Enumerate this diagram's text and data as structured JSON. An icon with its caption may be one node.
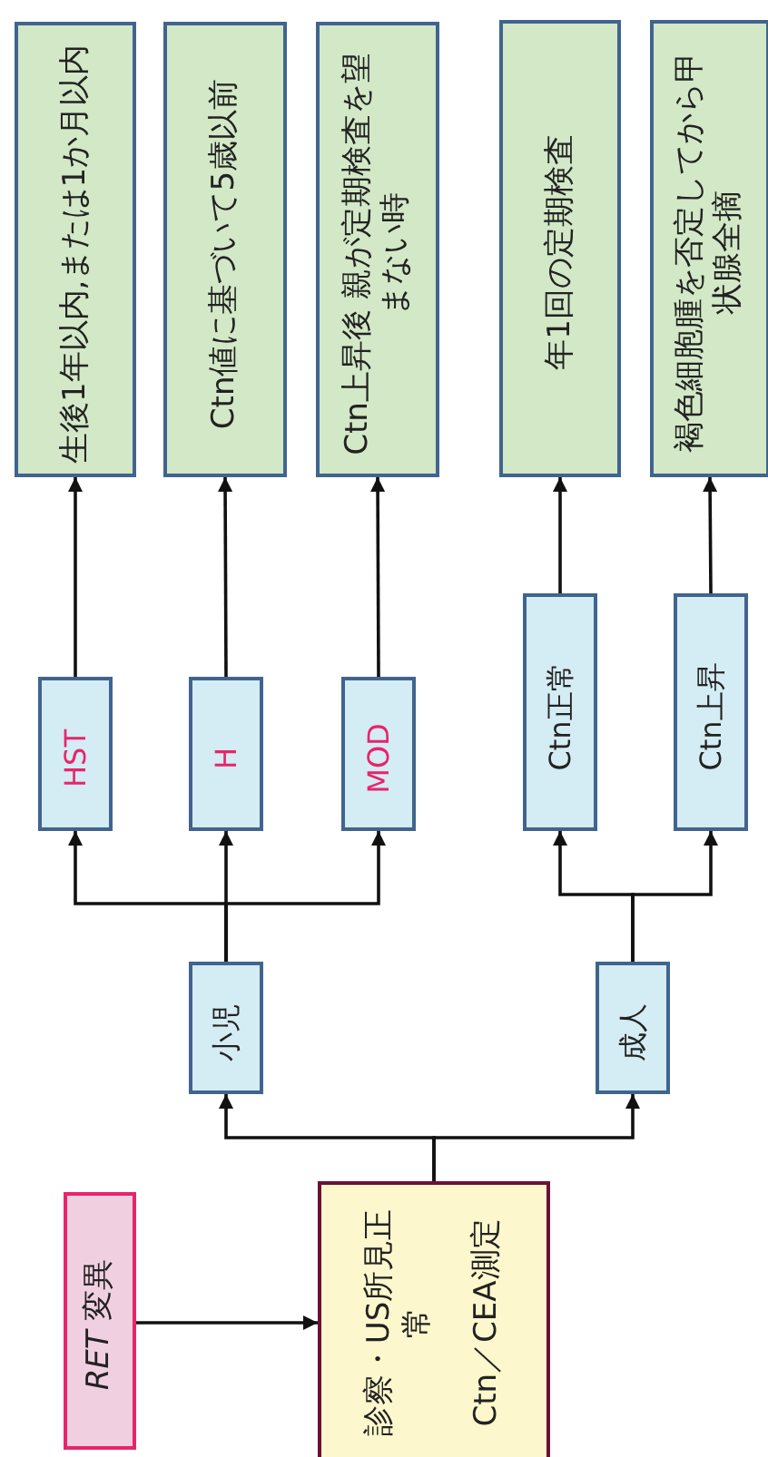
{
  "diagram": {
    "nodes": [
      {
        "text": [
          "生後1年以内,または1か月以内"
        ]
      },
      {
        "text": [
          "Ctn値に基づいて5歳以前"
        ]
      },
      {
        "text": [
          "Ctn上昇後 親が定期検査を望まない時"
        ]
      },
      {
        "text": [
          "年1回の定期検査"
        ]
      },
      {
        "text": [
          "褐色細胞腫を否定してから甲状腺全摘"
        ]
      },
      {
        "text": [
          "HST"
        ]
      },
      {
        "text": [
          "H"
        ]
      },
      {
        "text": [
          "MOD"
        ]
      },
      {
        "text": [
          "Ctn正常"
        ]
      },
      {
        "text": [
          "Ctn上昇"
        ]
      },
      {
        "text": [
          "小児"
        ]
      },
      {
        "text": [
          "成人"
        ]
      },
      {
        "text": [
          "*RET* 変異"
        ]
      },
      {
        "text": [
          "診察・US所見正常",
          "Ctn／CEA測定"
        ]
      }
    ],
    "edges": [
      {
        "from": 12,
        "to": 13,
        "arrow": "to"
      },
      {
        "from": 13,
        "to": 10,
        "arrow": "to"
      },
      {
        "from": 13,
        "to": 11,
        "arrow": "to"
      },
      {
        "from": 10,
        "to": 5,
        "arrow": "to"
      },
      {
        "from": 10,
        "to": 6,
        "arrow": "to"
      },
      {
        "from": 10,
        "to": 7,
        "arrow": "to"
      },
      {
        "from": 11,
        "to": 8,
        "arrow": "to"
      },
      {
        "from": 11,
        "to": 9,
        "arrow": "to"
      },
      {
        "from": 5,
        "to": 0,
        "arrow": "to"
      },
      {
        "from": 6,
        "to": 1,
        "arrow": "to"
      },
      {
        "from": 7,
        "to": 2,
        "arrow": "to"
      },
      {
        "from": 8,
        "to": 3,
        "arrow": "to"
      },
      {
        "from": 9,
        "to": 4,
        "arrow": "to"
      }
    ]
  }
}
